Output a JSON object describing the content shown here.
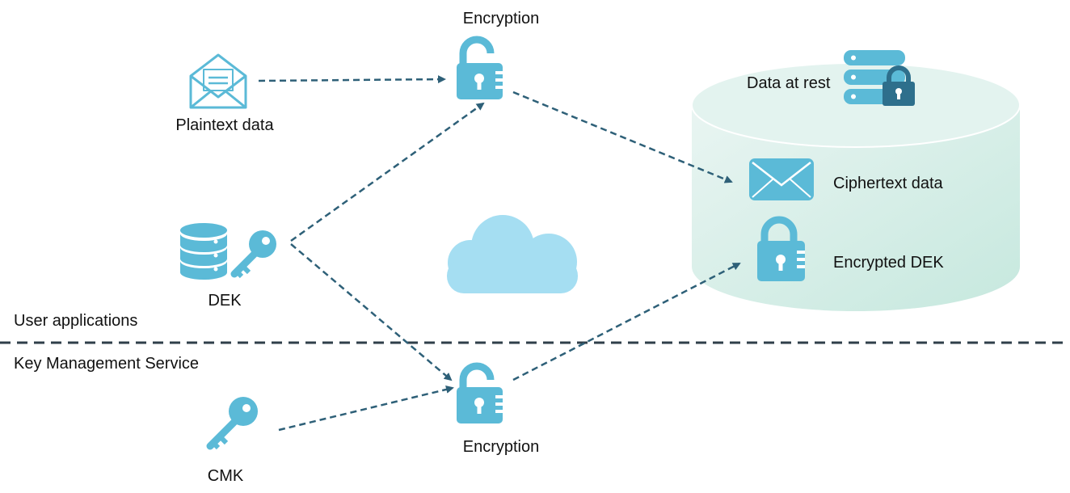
{
  "labels": {
    "encryption_top": "Encryption",
    "encryption_bottom": "Encryption",
    "plaintext": "Plaintext data",
    "dek": "DEK",
    "cmk": "CMK",
    "user_apps": "User applications",
    "kms": "Key Management  Service",
    "data_at_rest": "Data at rest",
    "ciphertext": "Ciphertext data",
    "encrypted_dek": "Encrypted DEK"
  },
  "icons": {
    "plaintext": "open-envelope-icon",
    "dek_db": "database-icon",
    "dek_key": "key-icon",
    "cmk_key": "key-icon",
    "lock_top": "unlocked-padlock-icon",
    "lock_bottom": "unlocked-padlock-icon",
    "cloud": "cloud-icon",
    "server_lock": "server-lock-icon",
    "ciphertext": "envelope-icon",
    "encrypted_dek": "padlock-icon"
  },
  "colors": {
    "icon_light": "#5bbad7",
    "icon_dark": "#2e6f8c",
    "arrow": "#2e6078",
    "cloud": "#a5def2",
    "storage_top": "#e6f4f1",
    "storage_body": "#cdebe3",
    "divider": "#2f3f4a"
  }
}
